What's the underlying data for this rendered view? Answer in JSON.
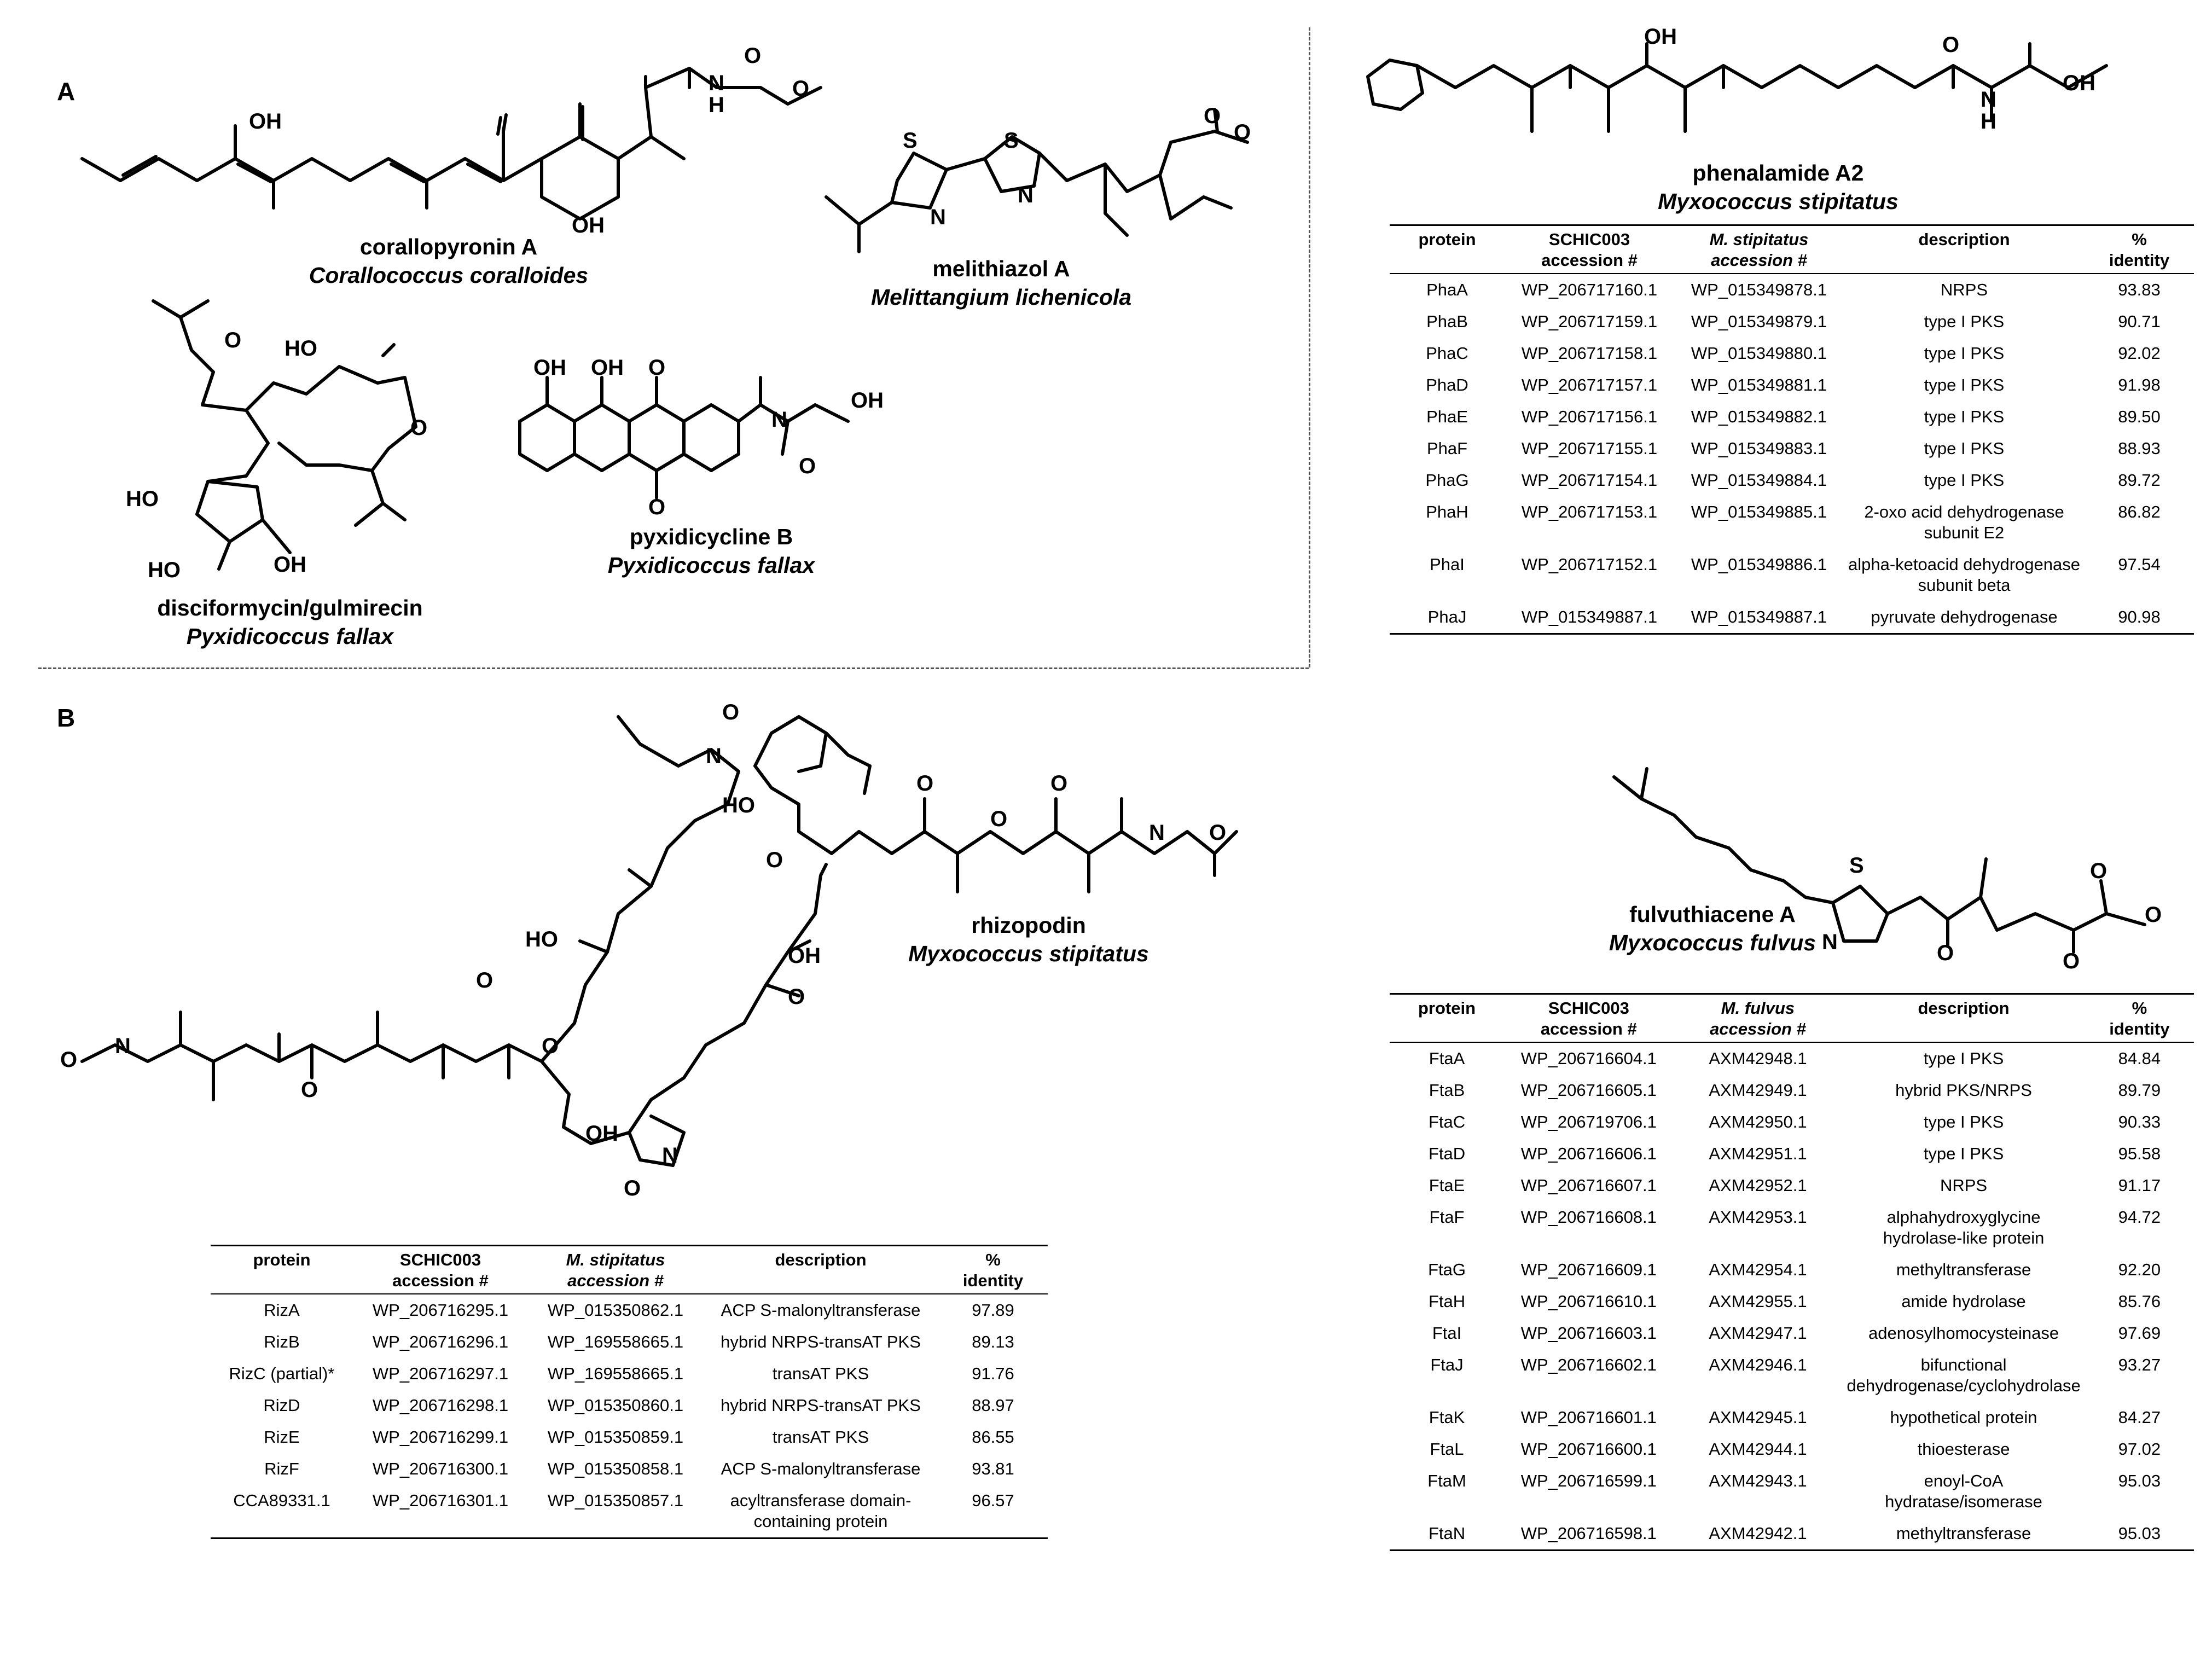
{
  "panels": {
    "a": "A",
    "b": "B"
  },
  "compounds": [
    {
      "id": "corallopyronin",
      "name": "corallopyronin A",
      "organism": "Corallococcus coralloides"
    },
    {
      "id": "melithiazol",
      "name": "melithiazol A",
      "organism": "Melittangium lichenicola"
    },
    {
      "id": "disciformycin",
      "name": "disciformycin/gulmirecin",
      "organism": "Pyxidicoccus fallax"
    },
    {
      "id": "pyxidicycline",
      "name": "pyxidicycline B",
      "organism": "Pyxidicoccus fallax"
    },
    {
      "id": "phenalamide",
      "name": "phenalamide A2",
      "organism": "Myxococcus stipitatus"
    },
    {
      "id": "rhizopodin",
      "name": "rhizopodin",
      "organism": "Myxococcus stipitatus"
    },
    {
      "id": "fulvuthiacene",
      "name": "fulvuthiacene A",
      "organism": "Myxococcus fulvus"
    }
  ],
  "atom_labels": {
    "OH": "OH",
    "HO": "HO",
    "O": "O",
    "N": "N",
    "S": "S",
    "H": "H"
  },
  "tables": {
    "phenalamide": {
      "headers": [
        "protein",
        "SCHIC003\naccession #",
        "M. stipitatus\naccession #",
        "description",
        "%\nidentity"
      ],
      "rows": [
        [
          "PhaA",
          "WP_206717160.1",
          "WP_015349878.1",
          "NRPS",
          "93.83"
        ],
        [
          "PhaB",
          "WP_206717159.1",
          "WP_015349879.1",
          "type I PKS",
          "90.71"
        ],
        [
          "PhaC",
          "WP_206717158.1",
          "WP_015349880.1",
          "type I PKS",
          "92.02"
        ],
        [
          "PhaD",
          "WP_206717157.1",
          "WP_015349881.1",
          "type I PKS",
          "91.98"
        ],
        [
          "PhaE",
          "WP_206717156.1",
          "WP_015349882.1",
          "type I PKS",
          "89.50"
        ],
        [
          "PhaF",
          "WP_206717155.1",
          "WP_015349883.1",
          "type I PKS",
          "88.93"
        ],
        [
          "PhaG",
          "WP_206717154.1",
          "WP_015349884.1",
          "type I PKS",
          "89.72"
        ],
        [
          "PhaH",
          "WP_206717153.1",
          "WP_015349885.1",
          "2-oxo acid dehydrogenase subunit E2",
          "86.82"
        ],
        [
          "PhaI",
          "WP_206717152.1",
          "WP_015349886.1",
          "alpha-ketoacid dehydrogenase subunit beta",
          "97.54"
        ],
        [
          "PhaJ",
          "WP_015349887.1",
          "WP_015349887.1",
          "pyruvate dehydrogenase",
          "90.98"
        ]
      ]
    },
    "fulvuthiacene": {
      "headers": [
        "protein",
        "SCHIC003\naccession #",
        "M. fulvus\naccession #",
        "description",
        "%\nidentity"
      ],
      "rows": [
        [
          "FtaA",
          "WP_206716604.1",
          "AXM42948.1",
          "type I PKS",
          "84.84"
        ],
        [
          "FtaB",
          "WP_206716605.1",
          "AXM42949.1",
          "hybrid PKS/NRPS",
          "89.79"
        ],
        [
          "FtaC",
          "WP_206719706.1",
          "AXM42950.1",
          "type I PKS",
          "90.33"
        ],
        [
          "FtaD",
          "WP_206716606.1",
          "AXM42951.1",
          "type I PKS",
          "95.58"
        ],
        [
          "FtaE",
          "WP_206716607.1",
          "AXM42952.1",
          "NRPS",
          "91.17"
        ],
        [
          "FtaF",
          "WP_206716608.1",
          "AXM42953.1",
          "alphahydroxyglycine hydrolase-like protein",
          "94.72"
        ],
        [
          "FtaG",
          "WP_206716609.1",
          "AXM42954.1",
          "methyltransferase",
          "92.20"
        ],
        [
          "FtaH",
          "WP_206716610.1",
          "AXM42955.1",
          "amide hydrolase",
          "85.76"
        ],
        [
          "FtaI",
          "WP_206716603.1",
          "AXM42947.1",
          "adenosylhomocysteinase",
          "97.69"
        ],
        [
          "FtaJ",
          "WP_206716602.1",
          "AXM42946.1",
          "bifunctional dehydrogenase/cyclohydrolase",
          "93.27"
        ],
        [
          "FtaK",
          "WP_206716601.1",
          "AXM42945.1",
          "hypothetical protein",
          "84.27"
        ],
        [
          "FtaL",
          "WP_206716600.1",
          "AXM42944.1",
          "thioesterase",
          "97.02"
        ],
        [
          "FtaM",
          "WP_206716599.1",
          "AXM42943.1",
          "enoyl-CoA hydratase/isomerase",
          "95.03"
        ],
        [
          "FtaN",
          "WP_206716598.1",
          "AXM42942.1",
          "methyltransferase",
          "95.03"
        ]
      ]
    },
    "rhizopodin": {
      "headers": [
        "protein",
        "SCHIC003\naccession #",
        "M. stipitatus\naccession #",
        "description",
        "%\nidentity"
      ],
      "rows": [
        [
          "RizA",
          "WP_206716295.1",
          "WP_015350862.1",
          "ACP S-malonyltransferase",
          "97.89"
        ],
        [
          "RizB",
          "WP_206716296.1",
          "WP_169558665.1",
          "hybrid NRPS-transAT PKS",
          "89.13"
        ],
        [
          "RizC (partial)*",
          "WP_206716297.1",
          "WP_169558665.1",
          "transAT PKS",
          "91.76"
        ],
        [
          "RizD",
          "WP_206716298.1",
          "WP_015350860.1",
          "hybrid NRPS-transAT PKS",
          "88.97"
        ],
        [
          "RizE",
          "WP_206716299.1",
          "WP_015350859.1",
          "transAT PKS",
          "86.55"
        ],
        [
          "RizF",
          "WP_206716300.1",
          "WP_015350858.1",
          "ACP S-malonyltransferase",
          "93.81"
        ],
        [
          "CCA89331.1",
          "WP_206716301.1",
          "WP_015350857.1",
          "acyltransferase domain-containing protein",
          "96.57"
        ]
      ]
    }
  }
}
